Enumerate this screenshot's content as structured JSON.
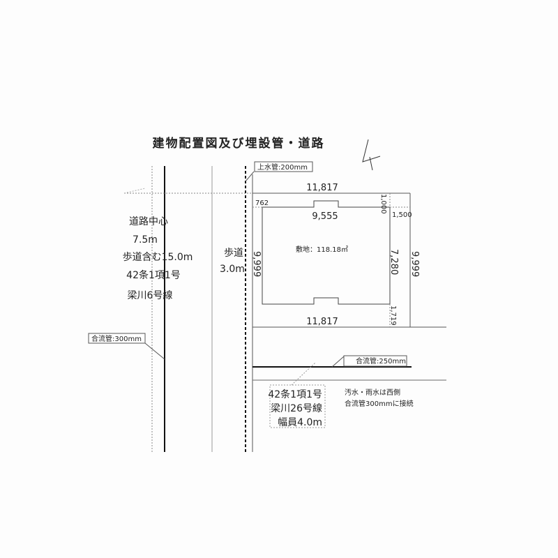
{
  "title": "建物配置図及び埋設管・道路",
  "pipes": {
    "water": "上水管:200mm",
    "combined_west": "合流管:300mm",
    "combined_south": "合流管:250mm"
  },
  "west_road": {
    "line1": "道路中心",
    "line2": "7.5m",
    "line3": "歩道含む15.0m",
    "line4": "42条1項1号",
    "line5": "梁川6号線"
  },
  "sidewalk": {
    "line1": "歩道",
    "line2": "3.0m"
  },
  "south_road": {
    "line1": "42条1項1号",
    "line2": "梁川26号線",
    "line3": "幅員4.0m"
  },
  "note": {
    "line1": "汚水・雨水は西側",
    "line2": "合流管300mmに接続"
  },
  "site": {
    "area": "敷地：118.18㎡",
    "top_width": "11,817",
    "bottom_width": "11,817",
    "building_width": "9,555",
    "west_offset": "762",
    "north_offset": "1,000",
    "east_offset": "1,500",
    "south_offset": "1,719",
    "building_depth": "7,280",
    "left_depth": "9,999",
    "right_depth": "9,999"
  }
}
